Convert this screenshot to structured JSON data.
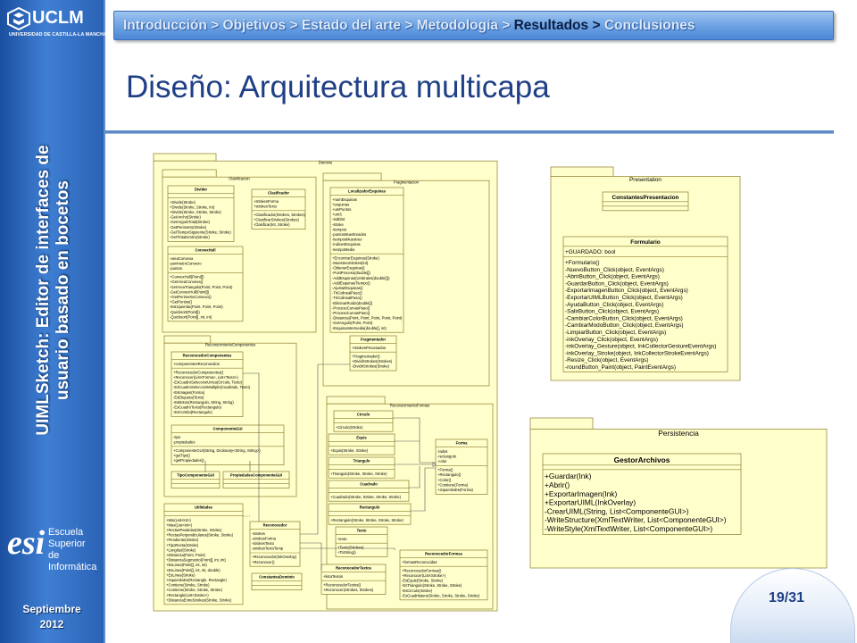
{
  "sidebar": {
    "logo_name": "UCLM",
    "logo_sub": "UNIVERSIDAD DE CASTILLA-LA MANCHA",
    "vertical_title_line1": "UIMLSketch: Editor de interfaces de",
    "vertical_title_line2": "usuario basado en bocetos",
    "esi_mark": "esi",
    "esi_line1": "Escuela",
    "esi_line2": "Superior",
    "esi_line3": "de Informática",
    "date_month": "Septiembre",
    "date_year": "2012"
  },
  "breadcrumb": {
    "items": [
      "Introducción",
      "Objetivos",
      "Estado del arte",
      "Metodología",
      "Resultados",
      "Conclusiones"
    ],
    "separator": ">",
    "active_index": 4
  },
  "title": "Diseño: Arquitectura multicapa",
  "page_number": "19/31",
  "colors": {
    "sidebar": "#2a62b5",
    "breadcrumb": "#6ea4e4",
    "title": "#1f3f86",
    "uml_fill": "#ffffcc",
    "uml_stroke": "#8b7c2c"
  },
  "diagram": {
    "dominio": {
      "package": "Dominio",
      "clasificacion": {
        "package": "Clasificacion",
        "divider": {
          "name": "Divider",
          "methods": [
            "+Divide(Stroke)",
            "+Divide(Stroke, Stroke, int)",
            "+Divide(Stroke, Stroke, Stroke)",
            "-GetAncho(Stroke)",
            "-GetAnguloTotal(Stroke)",
            "-GetPerimetro(Stroke)",
            "-GetTiempoSiguiente(Stroke, Stroke)",
            "-GetTintaDentro(Stroke)"
          ]
        },
        "clasificador": {
          "name": "Clasificador",
          "attributes": [
            "+strokesForma",
            "+strokesTexto"
          ],
          "methods": [
            "+Clasificador(Strokes, Strokes)",
            "+ClasificarStrokes(Strokes)",
            "-Clasificar(Int, Stroke)"
          ]
        },
        "convexhull": {
          "name": "ConvexHull",
          "attributes": [
            "-areaConvexa",
            "-perimetroConvexo",
            "-puntos"
          ],
          "methods": [
            "+ConvexHull(Point[])",
            "+GetAreaConvexa()",
            "-GetAreaTriangulo(Point, Point, Point)",
            "-GetConvexHull(Point[])",
            "+GetPerimetroConvexo()",
            "+GetPuntos()",
            "-EsIzquierda(Point, Point, Point)",
            "-Quicksort(Point[])",
            "-Quicksort(Point[], int, int)"
          ]
        }
      },
      "fragmentacion": {
        "package": "Fragmentacion",
        "localizador": {
          "name": "LocalizadorEsquinas",
          "attributes": [
            "+numEsquinas",
            "+esquinas",
            "+umPuntos",
            "+umS",
            "-stdDist",
            "-stroke",
            "-tiempos",
            "-puntosMuestreados",
            "-tiemposMuestreo",
            "-indicesEsquinas",
            "-tiempoMedio"
          ],
          "methods": [
            "+EncontrarEsquinas(Stroke)",
            "-MuestreoStrokes(int)",
            "-ObtenerEsquinas()",
            "-PostProceso(double[])",
            "-AddEsquinas(Umbrales(double[]))",
            "-AddEsquinasTiempo()",
            "-AjustarEsquinas()",
            "-TriColinealPaso()",
            "-TriColinealPaso()",
            "-EliminarRuido(double[])",
            "-ProcesoCurvasPaso()",
            "-ProcesoCurvasPaso()",
            "-Distancia(Point, Point, Point, Point, Point)",
            "-GetAngulo(Point, Point)",
            "-EsquinaIntermedia(double[], int)"
          ]
        },
        "fragmentador": {
          "name": "Fragmentador",
          "attributes": [
            "+strokesProcesados"
          ],
          "methods": [
            "+Fragmentador()",
            "+DividirStrokes(Strokes)",
            "-DividirStrokes(Stroke)"
          ]
        }
      },
      "reconocimiento_componentes": {
        "package": "ReconocimientoComponentes",
        "reconocedor": {
          "name": "ReconocedorComponentes",
          "attributes": [
            "+componentesReconocidos"
          ],
          "methods": [
            "+ReconocedorComponentes()",
            "+Reconocer(List<Forma>, List<Texto>)",
            "-EsCuadroSeleccionUnica(Circulo, Texto)",
            "-EsCuadroSeleccionMultiple(Cuadrado, Texto)",
            "-EsImagen(Forma)",
            "-EsEtiqueta(Texto)",
            "-EsBoton(Rectangulo, String, String)",
            "-EsCuadroTexto(Rectangulo)",
            "-EsCombo(Rectangulo)"
          ]
        },
        "componente_gui": {
          "name": "ComponenteGUI",
          "attributes": [
            "-tipo",
            "-propiedades"
          ],
          "methods": [
            "+ComponenteGUI(String, Dictionary<String, String>)",
            "+getTipo()",
            "+getPropiedades()"
          ]
        },
        "tipo_componente": "TipoComponenteGUI",
        "propiedades_componente": "PropiedadesComponenteGUI"
      },
      "reconocimiento_formas": {
        "package": "ReconocimientoFormas",
        "circulo": {
          "name": "Circulo",
          "methods": [
            "+Circulo(Stroke)"
          ]
        },
        "equis": {
          "name": "Equis",
          "methods": [
            "+Equis(Stroke, Stroke)"
          ]
        },
        "triangulo": {
          "name": "Triangulo",
          "methods": [
            "+Triangulo(Stroke, Stroke, Stroke)"
          ]
        },
        "cuadrado": {
          "name": "Cuadrado",
          "methods": [
            "+Cuadrado(Stroke, Stroke, Stroke, Stroke)"
          ]
        },
        "rectangulo": {
          "name": "Rectangulo",
          "methods": [
            "+Rectangulo(Stroke, Stroke, Stroke, Stroke)"
          ]
        },
        "forma": {
          "name": "Forma",
          "attributes": [
            "-lados",
            "-rectangulo",
            "-color"
          ],
          "methods": [
            "+Forma()",
            "+Rectangulo()",
            "+Color()",
            "+Contiene(Forma)",
            "+IzquierdaDe(Forma)"
          ]
        },
        "texto": {
          "name": "Texto",
          "attributes": [
            "-texto"
          ],
          "methods": [
            "+Texto(Strokes)",
            "+ToString()"
          ]
        },
        "reconocedor_textos": {
          "name": "ReconocedorTextos",
          "attributes": [
            "+listaTextos"
          ],
          "methods": [
            "+ReconocedorTextos()",
            "+Reconocer(Strokes, Strokes)"
          ]
        },
        "reconocedor_formas": {
          "name": "ReconocedorFormas",
          "attributes": [
            "+formasReconocidas"
          ],
          "methods": [
            "+ReconocedorFormas()",
            "+Reconocer(List<Stroke>)",
            "-EsEquis(Stroke, Stroke)",
            "-EsTriangulo(Stroke, Stroke, Stroke)",
            "-EsCirculo(Stroke)",
            "-EsCuadrilatero(Stroke, Stroke, Stroke, Stroke)"
          ]
        }
      },
      "utilidades": {
        "name": "Utilidades",
        "methods": [
          "+Min(List<int>)",
          "+Max(List<int>)",
          "+RectasParalelas(Stroke, Stroke)",
          "+RectasPerpendiculares(Stroke, Stroke)",
          "+Pendiente(Stroke)",
          "+TipoRecta(Stroke)",
          "+Longitud(Stroke)",
          "+Distancia(Point, Point)",
          "+DistanciaSegmento(Point[], int, int)",
          "+EsLinea(Point[], int, int)",
          "+EsLinea(Point[], int, int, double)",
          "+EsLinea(Stroke)",
          "+IzquierdaDe(Rectangle, Rectangle)",
          "+Contiene(Stroke, Stroke)",
          "+Contiene(Stroke, Stroke, Stroke)",
          "+Rectangle(List<Stroke>)",
          "+DistanciaEntreStrokes(Stroke, Stroke)"
        ]
      },
      "reconocedor": {
        "name": "Reconocedor",
        "attributes": [
          "-strokes",
          "-strokesForma",
          "-strokesTexto",
          "-strokesTextoTemp"
        ],
        "methods": [
          "+Reconocedor(InkOverlay)",
          "+Reconocer()"
        ]
      },
      "constantes_dominio": "ConstantesDominio"
    },
    "presentation": {
      "package": "Presentation",
      "constantes": "ConstantesPresentacion",
      "formulario": {
        "name": "Formulario",
        "attributes": [
          "+GUARDADO: bool"
        ],
        "methods": [
          "+Formulario()",
          "-NuevoButton_Click(object, EventArgs)",
          "-AbrirButton_Click(object, EventArgs)",
          "-GuardarButton_Click(object, EventArgs)",
          "-ExportarImagenButton_Click(object, EventArgs)",
          "-ExportarUIMLButton_Click(object, EventArgs)",
          "-AyudaButton_Click(object, EventArgs)",
          "-SalirButton_Click(object, EventArgs)",
          "-CambiarColorButton_Click(object, EventArgs)",
          "-CambiarModoButton_Click(object, EventArgs)",
          "-LimpiarButton_Click(object, EventArgs)",
          "-inkOverlay_Click(object, EventArgs)",
          "-inkOverlay_Gesture(object, InkCollectorGestureEventArgs)",
          "-inkOverlay_Stroke(object, InkCollectorStrokeEventArgs)",
          "-Resize_Click(object, EventArgs)",
          "-roundButton_Paint(object, PaintEventArgs)"
        ]
      }
    },
    "persistencia": {
      "package": "Persistencia",
      "gestor": {
        "name": "GestorArchivos",
        "methods": [
          "+Guardar(Ink)",
          "+Abrir()",
          "+ExportarImagen(Ink)",
          "+ExportarUIML(InkOverlay)",
          "-CrearUIML(String, List<ComponenteGUI>)",
          "-WriteStructure(XmlTextWriter, List<ComponenteGUI>)",
          "-WriteStyle(XmlTextWriter, List<ComponenteGUI>)"
        ]
      }
    }
  }
}
